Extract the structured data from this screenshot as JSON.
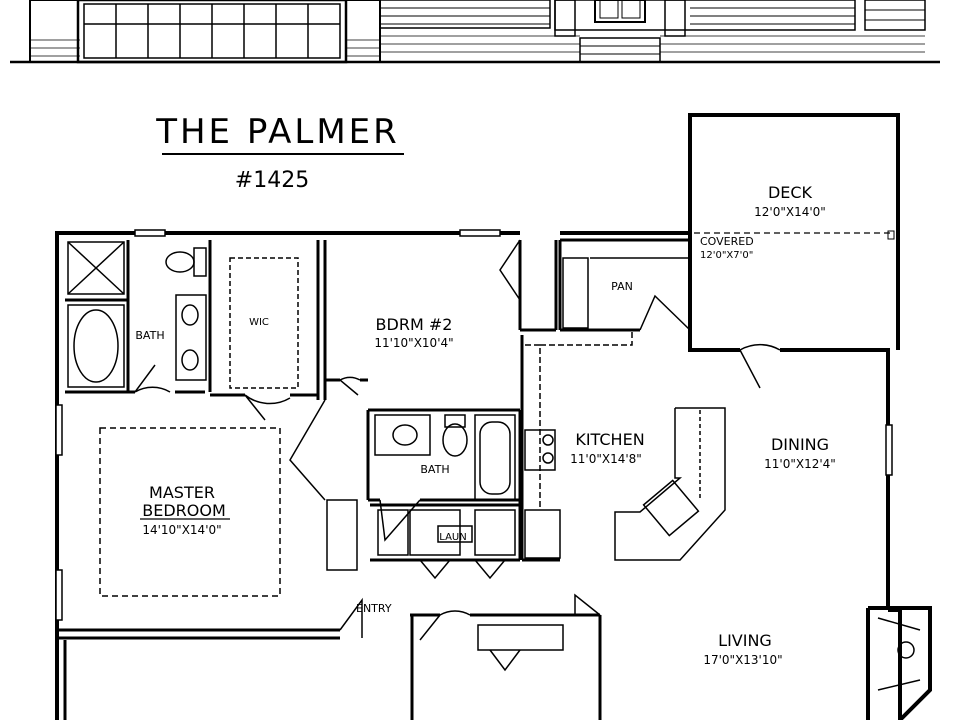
{
  "plan": {
    "title": "THE PALMER",
    "plan_number": "#1425"
  },
  "rooms": {
    "deck": {
      "name": "DECK",
      "size": "12'0\"X14'0\""
    },
    "covered": {
      "name": "COVERED",
      "size": "12'0\"X7'0\""
    },
    "pan": {
      "name": "PAN"
    },
    "bdrm2": {
      "name": "BDRM #2",
      "size": "11'10\"X10'4\""
    },
    "wic": {
      "name": "WIC"
    },
    "master_bath": {
      "name": "BATH"
    },
    "hall_bath": {
      "name": "BATH"
    },
    "kitchen": {
      "name": "KITCHEN",
      "size": "11'0\"X14'8\""
    },
    "dining": {
      "name": "DINING",
      "size": "11'0\"X12'4\""
    },
    "master": {
      "name_line1": "MASTER",
      "name_line2": "BEDROOM",
      "size": "14'10\"X14'0\""
    },
    "laun": {
      "name": "LAUN"
    },
    "entry": {
      "name": "ENTRY"
    },
    "living": {
      "name": "LIVING",
      "size": "17'0\"X13'10\""
    }
  }
}
